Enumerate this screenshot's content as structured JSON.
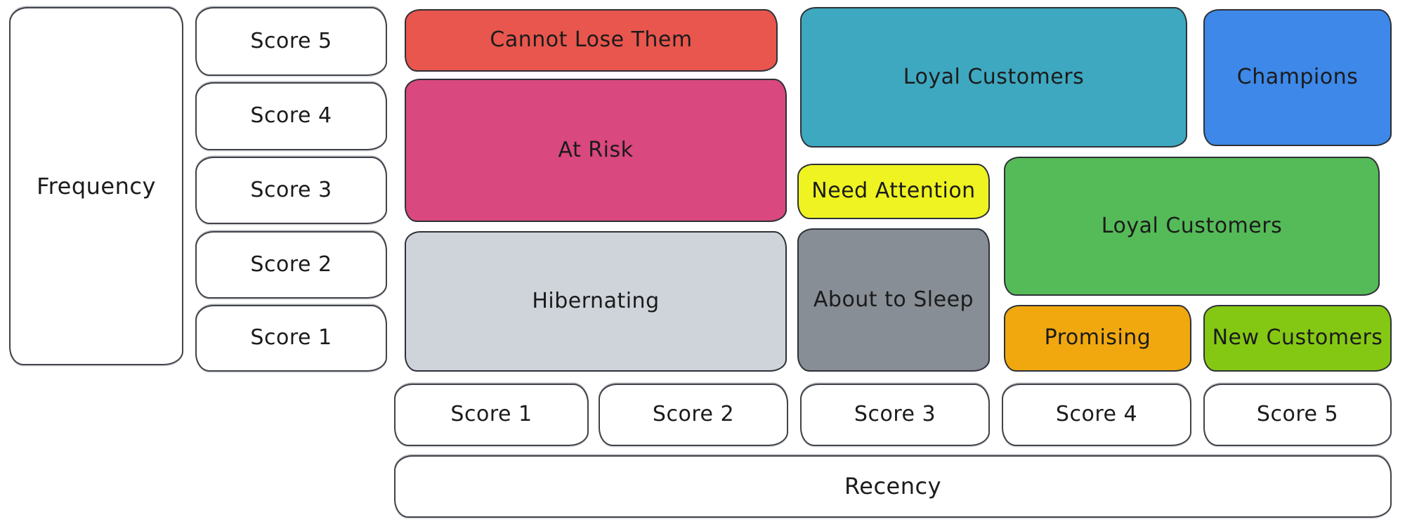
{
  "frequency_axis": {
    "label": "Frequency",
    "scores": [
      "Score 5",
      "Score 4",
      "Score 3",
      "Score 2",
      "Score 1"
    ]
  },
  "recency_axis": {
    "label": "Recency",
    "scores": [
      "Score 1",
      "Score 2",
      "Score 3",
      "Score 4",
      "Score 5"
    ]
  },
  "segments": [
    {
      "label": "Cannot Lose Them",
      "color": "#e8564d",
      "recency_scores": [
        1,
        2
      ],
      "frequency_scores": [
        5
      ]
    },
    {
      "label": "At Risk",
      "color": "#d9487e",
      "recency_scores": [
        1,
        2
      ],
      "frequency_scores": [
        3,
        4
      ]
    },
    {
      "label": "Hibernating",
      "color": "#ced4da",
      "recency_scores": [
        1,
        2
      ],
      "frequency_scores": [
        1,
        2
      ]
    },
    {
      "label": "Loyal Customers",
      "color": "#3ea8c0",
      "recency_scores": [
        3,
        4
      ],
      "frequency_scores": [
        4,
        5
      ]
    },
    {
      "label": "Champions",
      "color": "#3d88e8",
      "recency_scores": [
        5
      ],
      "frequency_scores": [
        4,
        5
      ]
    },
    {
      "label": "Need Attention",
      "color": "#eef321",
      "recency_scores": [
        3
      ],
      "frequency_scores": [
        3
      ]
    },
    {
      "label": "About to Sleep",
      "color": "#878e96",
      "recency_scores": [
        3
      ],
      "frequency_scores": [
        1,
        2
      ]
    },
    {
      "label": "Loyal Customers",
      "color": "#55bb58",
      "recency_scores": [
        4,
        5
      ],
      "frequency_scores": [
        2,
        3
      ]
    },
    {
      "label": "Promising",
      "color": "#f1a80e",
      "recency_scores": [
        4
      ],
      "frequency_scores": [
        1
      ]
    },
    {
      "label": "New Customers",
      "color": "#85c814",
      "recency_scores": [
        5
      ],
      "frequency_scores": [
        1
      ]
    }
  ]
}
